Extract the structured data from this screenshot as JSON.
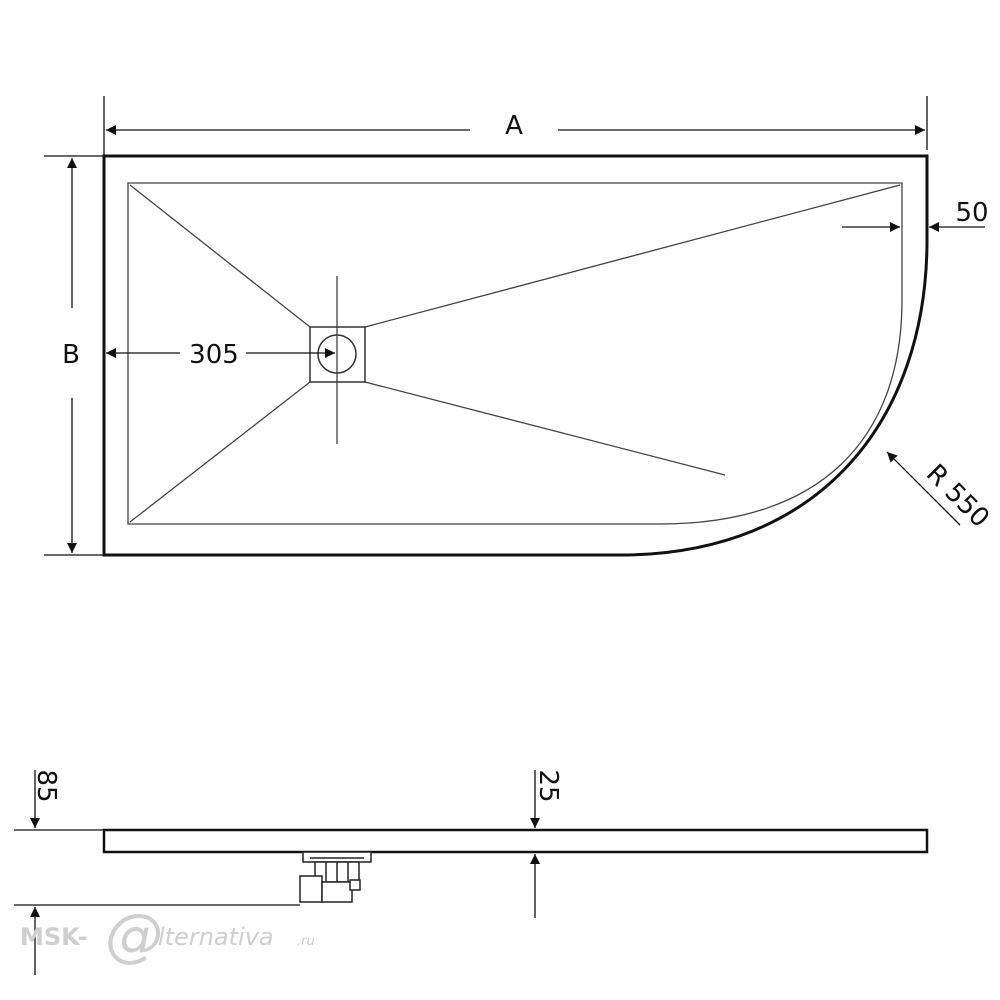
{
  "plan_view": {
    "label_a": "A",
    "label_b": "B",
    "drain_offset": "305",
    "rim_width": "50",
    "radius": "R 550"
  },
  "side_view": {
    "total_height": "85",
    "tray_thickness": "25"
  },
  "watermark": {
    "prefix": "MSK-",
    "at": "@",
    "suffix": "lternativa",
    "tld": ".ru"
  },
  "colors": {
    "line": "#111111",
    "thin_line": "#444444",
    "watermark": "#cfcfcf"
  }
}
